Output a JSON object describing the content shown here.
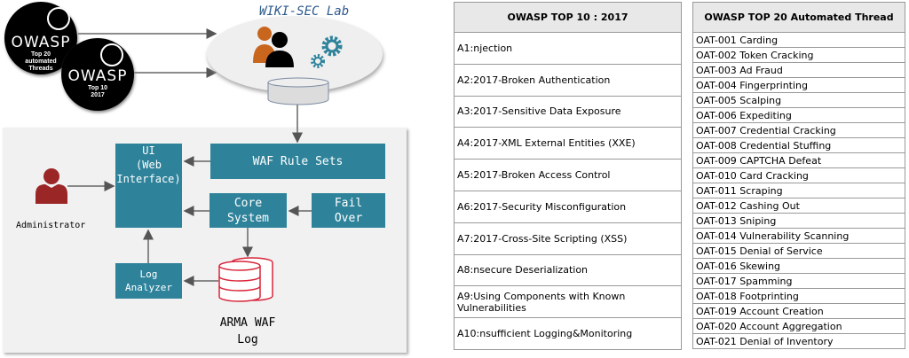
{
  "diagram": {
    "badges": [
      {
        "logo": "OWASP",
        "sub": "Top 20\nautomated\nThreads"
      },
      {
        "logo": "OWASP",
        "sub": "Top 10\n2017"
      }
    ],
    "lab_title": "WIKI-SEC Lab",
    "boxes": {
      "ui": "UI\n(Web\nInterface)",
      "waf_rules": "WAF Rule Sets",
      "core": "Core\nSystem",
      "failover": "Fail\nOver",
      "log_analyzer": "Log\nAnalyzer"
    },
    "admin_label": "Administrator",
    "db_label": "ARMA WAF\nLog",
    "colors": {
      "box": "#2e839b",
      "admin": "#9b2626",
      "db": "#d8253a",
      "orange": "#c8661e",
      "gear": "#2e839b"
    }
  },
  "top10": {
    "header": "OWASP TOP 10 : 2017",
    "rows": [
      "A1:njection",
      "A2:2017-Broken Authentication",
      "A3:2017-Sensitive Data Exposure",
      "A4:2017-XML External Entities (XXE)",
      "A5:2017-Broken Access Control",
      "A6:2017-Security Misconfiguration",
      "A7:2017-Cross-Site Scripting (XSS)",
      "A8:nsecure Deserialization",
      "A9:Using Components with Known Vulnerabilities",
      "A10:nsufficient Logging&Monitoring"
    ]
  },
  "top20": {
    "header": "OWASP TOP 20 Automated Thread",
    "rows": [
      "OAT-001 Carding",
      "OAT-002 Token Cracking",
      "OAT-003 Ad Fraud",
      "OAT-004 Fingerprinting",
      "OAT-005 Scalping",
      "OAT-006 Expediting",
      "OAT-007 Credential Cracking",
      "OAT-008 Credential Stuffing",
      "OAT-009 CAPTCHA Defeat",
      "OAT-010 Card Cracking",
      "OAT-011 Scraping",
      "OAT-012 Cashing Out",
      "OAT-013 Sniping",
      "OAT-014 Vulnerability Scanning",
      "OAT-015 Denial of Service",
      "OAT-016 Skewing",
      "OAT-017 Spamming",
      "OAT-018 Footprinting",
      "OAT-019 Account Creation",
      "OAT-020 Account Aggregation",
      "OAT-021 Denial of Inventory"
    ]
  }
}
